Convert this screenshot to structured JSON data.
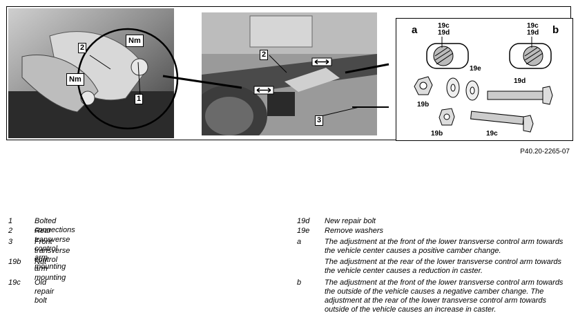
{
  "figure": {
    "ref": "P40.20-2265-07",
    "nm_label": "Nm",
    "callouts": {
      "c1": "1",
      "c2a": "2",
      "c2b": "2",
      "c3": "3"
    },
    "parts": {
      "a_label": "a",
      "b_label": "b",
      "a_top_1": "19c",
      "a_top_2": "19d",
      "b_top_1": "19c",
      "b_top_2": "19d",
      "p19e": "19e",
      "p19d": "19d",
      "p19b_1": "19b",
      "p19b_2": "19b",
      "p19c": "19c"
    }
  },
  "legend_left": [
    {
      "key": "1",
      "text": "Bolted connections"
    },
    {
      "key": "2",
      "text": "Rear transverse control arm mounting"
    },
    {
      "key": "3",
      "text": "Front transverse control arm mounting"
    },
    {
      "key": "19b",
      "text": "Nut"
    },
    {
      "key": "19c",
      "text": "Old repair bolt"
    }
  ],
  "legend_right": [
    {
      "key": "19d",
      "text": "New repair bolt"
    },
    {
      "key": "19e",
      "text": "Remove washers"
    },
    {
      "key": "a",
      "text": "The adjustment at the front of the lower transverse control arm towards the vehicle center causes a positive camber change."
    },
    {
      "key": "",
      "text": "The adjustment at the rear of the lower transverse control arm towards the vehicle center causes a reduction in caster."
    },
    {
      "key": "b",
      "text": "The adjustment at the front of the lower transverse control arm towards the outside of the vehicle causes a negative camber change. The adjustment at the rear of the lower transverse control arm towards outside of the vehicle causes an increase in caster."
    }
  ]
}
